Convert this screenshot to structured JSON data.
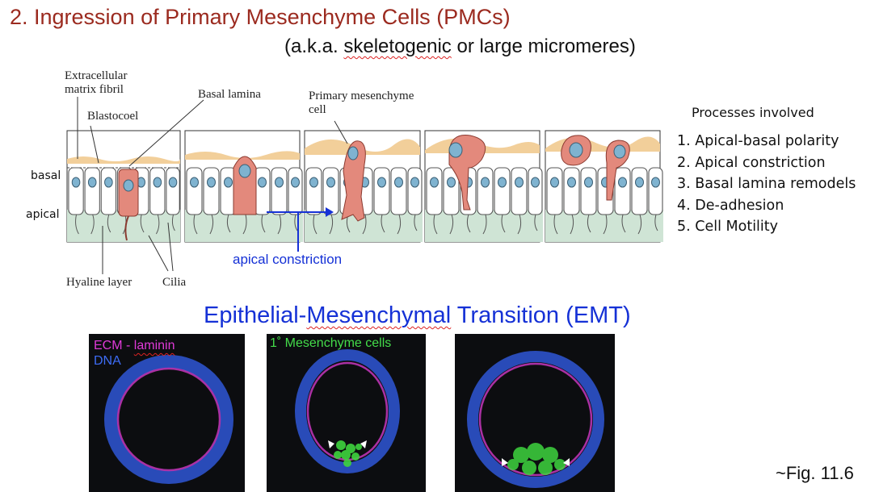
{
  "title": "2. Ingression of Primary Mesenchyme Cells (PMCs)",
  "subtitle_prefix": "(a.k.a.",
  "subtitle_word": "skeletogenic",
  "subtitle_suffix": "or large micromeres)",
  "labels": {
    "ecm_fibril": "Extracellular matrix fibril",
    "blastocoel": "Blastocoel",
    "basal_lamina": "Basal lamina",
    "primary_mesenchyme_cell": "Primary mesenchyme cell",
    "basal": "basal",
    "apical": "apical",
    "hyaline_layer": "Hyaline layer",
    "cilia": "Cilia",
    "apical_constriction": "apical constriction"
  },
  "processes": {
    "title": "Processes involved",
    "items": [
      "1. Apical-basal polarity",
      "2. Apical constriction",
      "3. Basal lamina remodels",
      "4. De-adhesion",
      "5. Cell Motility"
    ]
  },
  "emt": {
    "prefix": "Epithelial-",
    "word": "Mesenchymal",
    "suffix": " Transition (EMT)"
  },
  "micrographs": {
    "legend_ecm_prefix": "ECM - ",
    "legend_ecm_word": "laminin",
    "legend_dna": "DNA",
    "legend_pmc": "1˚ Mesenchyme cells"
  },
  "fig_ref": "~Fig. 11.6",
  "colors": {
    "title": "#9b2a1f",
    "emt": "#1531d6",
    "pmc_cell": "#e3897c",
    "ecm": "#f2cf9a",
    "hyaline": "#cfe4d5",
    "laminin": "#e03ad8",
    "dna": "#3d6cf5",
    "mesenchyme": "#44dd4a"
  }
}
